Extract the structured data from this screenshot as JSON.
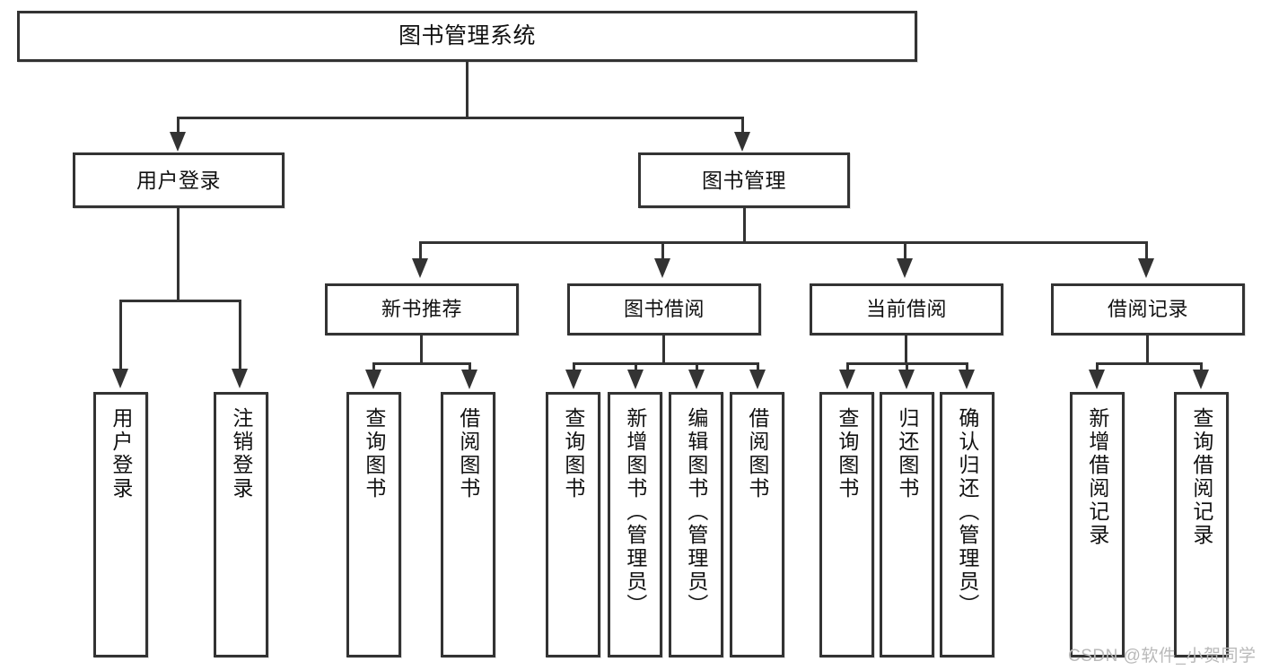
{
  "diagram": {
    "title": "图书管理系统",
    "type": "tree-hierarchy-chart",
    "root": {
      "label": "图书管理系统"
    },
    "level2": [
      {
        "label": "用户登录"
      },
      {
        "label": "图书管理"
      }
    ],
    "level3": [
      {
        "label": "新书推荐"
      },
      {
        "label": "图书借阅"
      },
      {
        "label": "当前借阅"
      },
      {
        "label": "借阅记录"
      }
    ],
    "leaves": {
      "user_login": [
        {
          "label": "用户登录"
        },
        {
          "label": "注销登录"
        }
      ],
      "new_book_recommend": [
        {
          "label": "查询图书"
        },
        {
          "label": "借阅图书"
        }
      ],
      "book_borrow": [
        {
          "label": "查询图书"
        },
        {
          "label": "新增图书（管理员）"
        },
        {
          "label": "编辑图书（管理员）"
        },
        {
          "label": "借阅图书"
        }
      ],
      "current_borrow": [
        {
          "label": "查询图书"
        },
        {
          "label": "归还图书"
        },
        {
          "label": "确认归还（管理员）"
        }
      ],
      "borrow_record": [
        {
          "label": "新增借阅记录"
        },
        {
          "label": "查询借阅记录"
        }
      ]
    }
  },
  "watermark": {
    "text": "CSDN @软件_小贺同学"
  },
  "colors": {
    "border": "#333333",
    "background": "#ffffff",
    "text": "#111111",
    "watermark": "#b9b9b9"
  }
}
